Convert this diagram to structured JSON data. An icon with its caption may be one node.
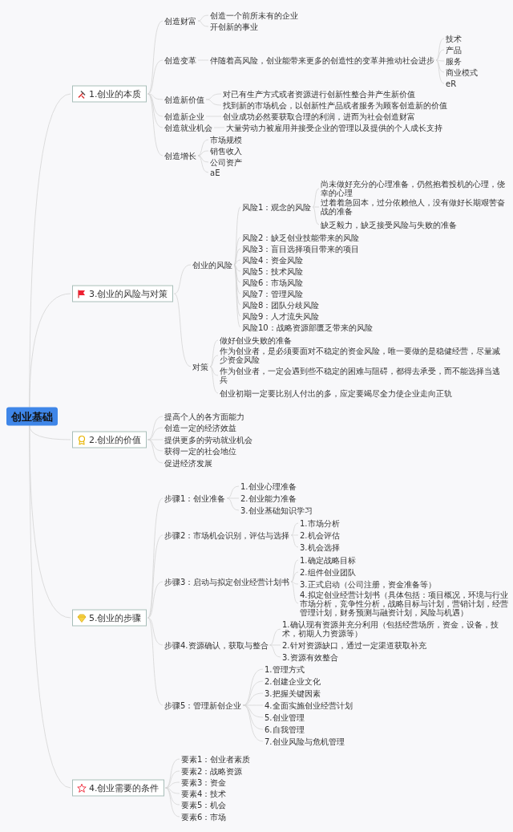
{
  "diagram": {
    "nodes": [
      {
        "text": [
          "创业基础"
        ]
      },
      {
        "text": [
          "1.创业的本质"
        ]
      },
      {
        "text": [
          "创造财富"
        ]
      },
      {
        "text": [
          "创造一个前所未有的企业"
        ]
      },
      {
        "text": [
          "开创新的事业"
        ]
      },
      {
        "text": [
          "创造变革"
        ]
      },
      {
        "text": [
          "伴随着高风险，创业能带来更多的创造性的变革并推动社会进步"
        ]
      },
      {
        "text": [
          "技术"
        ]
      },
      {
        "text": [
          "产品"
        ]
      },
      {
        "text": [
          "服务"
        ]
      },
      {
        "text": [
          "商业模式"
        ]
      },
      {
        "text": [
          "eR"
        ]
      },
      {
        "text": [
          "创造新价值"
        ]
      },
      {
        "text": [
          "对已有生产方式或者资源进行创新性整合并产生新价值"
        ]
      },
      {
        "text": [
          "找到新的市场机会，以创新性产品或者服务为顾客创造新的价值"
        ]
      },
      {
        "text": [
          "创造新企业"
        ]
      },
      {
        "text": [
          "创业成功必然要获取合理的利润，进而为社会创造财富"
        ]
      },
      {
        "text": [
          "创造就业机会"
        ]
      },
      {
        "text": [
          "大量劳动力被雇用并接受企业的管理以及提供的个人成长支持"
        ]
      },
      {
        "text": [
          "创造增长"
        ]
      },
      {
        "text": [
          "市场规模"
        ]
      },
      {
        "text": [
          "销售收入"
        ]
      },
      {
        "text": [
          "公司资产"
        ]
      },
      {
        "text": [
          "aE"
        ]
      },
      {
        "text": [
          "3.创业的风险与对策"
        ]
      },
      {
        "text": [
          "创业的风险"
        ]
      },
      {
        "text": [
          "风险1：观念的风险"
        ]
      },
      {
        "text": [
          "尚未做好充分的心理准备，仍然抱着投机的心理，侥幸的心理"
        ]
      },
      {
        "text": [
          "过着着急回本，过分依赖他人，没有做好长期艰苦奋战的准备"
        ]
      },
      {
        "text": [
          "缺乏毅力，缺乏接受风险与失败的准备"
        ]
      },
      {
        "text": [
          "风险2：缺乏创业技能带来的风险"
        ]
      },
      {
        "text": [
          "风险3：盲目选择项目带来的项目"
        ]
      },
      {
        "text": [
          "风险4：资金风险"
        ]
      },
      {
        "text": [
          "风险5：技术风险"
        ]
      },
      {
        "text": [
          "风险6：市场风险"
        ]
      },
      {
        "text": [
          "风险7：管理风险"
        ]
      },
      {
        "text": [
          "风险8：团队分歧风险"
        ]
      },
      {
        "text": [
          "风险9：人才流失风险"
        ]
      },
      {
        "text": [
          "风险10：战略资源部匮乏带来的风险"
        ]
      },
      {
        "text": [
          "对策"
        ]
      },
      {
        "text": [
          "做好创业失败的准备"
        ]
      },
      {
        "text": [
          "作为创业者，是必须要面对不稳定的资金风险，唯一要做的是稳健经营，尽量减少资金风险"
        ]
      },
      {
        "text": [
          "作为创业者，一定会遇到些不稳定的困难与阻碍，都得去承受，而不能选择当逃兵"
        ]
      },
      {
        "text": [
          "创业初期一定要比别人付出的多，应定要竭尽全力使企业走向正轨"
        ]
      },
      {
        "text": [
          "2.创业的价值"
        ]
      },
      {
        "text": [
          "提高个人的各方面能力"
        ]
      },
      {
        "text": [
          "创造一定的经济效益"
        ]
      },
      {
        "text": [
          "提供更多的劳动就业机会"
        ]
      },
      {
        "text": [
          "获得一定的社会地位"
        ]
      },
      {
        "text": [
          "促进经济发展"
        ]
      },
      {
        "text": [
          "5.创业的步骤"
        ]
      },
      {
        "text": [
          "步骤1：创业准备"
        ]
      },
      {
        "text": [
          "1.创业心理准备"
        ]
      },
      {
        "text": [
          "2.创业能力准备"
        ]
      },
      {
        "text": [
          "3.创业基础知识学习"
        ]
      },
      {
        "text": [
          "步骤2：市场机会识别，评估与选择"
        ]
      },
      {
        "text": [
          "1.市场分析"
        ]
      },
      {
        "text": [
          "2.机会评估"
        ]
      },
      {
        "text": [
          "3.机会选择"
        ]
      },
      {
        "text": [
          "步骤3：启动与拟定创业经营计划书"
        ]
      },
      {
        "text": [
          "1.确定战略目标"
        ]
      },
      {
        "text": [
          "2.组件创业团队"
        ]
      },
      {
        "text": [
          "3.正式启动（公司注册，资金准备等）"
        ]
      },
      {
        "text": [
          "4.拟定创业经营计划书（具体包括：项目概况，环境与行业市场分析，竞争性分析，战略目标与计划，营销计划，经营管理计划，财务预测与融资计划，风险与机遇）"
        ]
      },
      {
        "text": [
          "步骤4.资源确认，获取与整合"
        ]
      },
      {
        "text": [
          "1.确认现有资源并充分利用（包括经营场所，资金，设备，技术，初期人力资源等）"
        ]
      },
      {
        "text": [
          "2.针对资源缺口，通过一定渠道获取补充"
        ]
      },
      {
        "text": [
          "3.资源有效整合"
        ]
      },
      {
        "text": [
          "步骤5：管理新创企业"
        ]
      },
      {
        "text": [
          "1.管理方式"
        ]
      },
      {
        "text": [
          "2.创建企业文化"
        ]
      },
      {
        "text": [
          "3.把握关键因素"
        ]
      },
      {
        "text": [
          "4.全面实施创业经营计划"
        ]
      },
      {
        "text": [
          "5.创业管理"
        ]
      },
      {
        "text": [
          "6.自我管理"
        ]
      },
      {
        "text": [
          "7.创业风险与危机管理"
        ]
      },
      {
        "text": [
          "4.创业需要的条件"
        ]
      },
      {
        "text": [
          "要素1：创业者素质"
        ]
      },
      {
        "text": [
          "要素2：战略资源"
        ]
      },
      {
        "text": [
          "要素3：资金"
        ]
      },
      {
        "text": [
          "要素4：技术"
        ]
      },
      {
        "text": [
          "要素5：机会"
        ]
      },
      {
        "text": [
          "要素6：市场"
        ]
      }
    ],
    "edges": [
      {
        "from": 0,
        "to": 1,
        "arrow": "none"
      },
      {
        "from": 1,
        "to": 2,
        "arrow": "none"
      },
      {
        "from": 2,
        "to": 3,
        "arrow": "none"
      },
      {
        "from": 2,
        "to": 4,
        "arrow": "none"
      },
      {
        "from": 1,
        "to": 5,
        "arrow": "none"
      },
      {
        "from": 5,
        "to": 6,
        "arrow": "none"
      },
      {
        "from": 6,
        "to": 7,
        "arrow": "none"
      },
      {
        "from": 6,
        "to": 8,
        "arrow": "none"
      },
      {
        "from": 6,
        "to": 9,
        "arrow": "none"
      },
      {
        "from": 6,
        "to": 10,
        "arrow": "none"
      },
      {
        "from": 6,
        "to": 11,
        "arrow": "none"
      },
      {
        "from": 1,
        "to": 12,
        "arrow": "none"
      },
      {
        "from": 12,
        "to": 13,
        "arrow": "none"
      },
      {
        "from": 12,
        "to": 14,
        "arrow": "none"
      },
      {
        "from": 1,
        "to": 15,
        "arrow": "none"
      },
      {
        "from": 15,
        "to": 16,
        "arrow": "none"
      },
      {
        "from": 1,
        "to": 17,
        "arrow": "none"
      },
      {
        "from": 17,
        "to": 18,
        "arrow": "none"
      },
      {
        "from": 1,
        "to": 19,
        "arrow": "none"
      },
      {
        "from": 19,
        "to": 20,
        "arrow": "none"
      },
      {
        "from": 19,
        "to": 21,
        "arrow": "none"
      },
      {
        "from": 19,
        "to": 22,
        "arrow": "none"
      },
      {
        "from": 19,
        "to": 23,
        "arrow": "none"
      },
      {
        "from": 0,
        "to": 24,
        "arrow": "none"
      },
      {
        "from": 24,
        "to": 25,
        "arrow": "none"
      },
      {
        "from": 25,
        "to": 26,
        "arrow": "none"
      },
      {
        "from": 26,
        "to": 27,
        "arrow": "none"
      },
      {
        "from": 26,
        "to": 28,
        "arrow": "none"
      },
      {
        "from": 26,
        "to": 29,
        "arrow": "none"
      },
      {
        "from": 25,
        "to": 30,
        "arrow": "none"
      },
      {
        "from": 25,
        "to": 31,
        "arrow": "none"
      },
      {
        "from": 25,
        "to": 32,
        "arrow": "none"
      },
      {
        "from": 25,
        "to": 33,
        "arrow": "none"
      },
      {
        "from": 25,
        "to": 34,
        "arrow": "none"
      },
      {
        "from": 25,
        "to": 35,
        "arrow": "none"
      },
      {
        "from": 25,
        "to": 36,
        "arrow": "none"
      },
      {
        "from": 25,
        "to": 37,
        "arrow": "none"
      },
      {
        "from": 25,
        "to": 38,
        "arrow": "none"
      },
      {
        "from": 24,
        "to": 39,
        "arrow": "none"
      },
      {
        "from": 39,
        "to": 40,
        "arrow": "none"
      },
      {
        "from": 39,
        "to": 41,
        "arrow": "none"
      },
      {
        "from": 39,
        "to": 42,
        "arrow": "none"
      },
      {
        "from": 39,
        "to": 43,
        "arrow": "none"
      },
      {
        "from": 0,
        "to": 44,
        "arrow": "none"
      },
      {
        "from": 44,
        "to": 45,
        "arrow": "none"
      },
      {
        "from": 44,
        "to": 46,
        "arrow": "none"
      },
      {
        "from": 44,
        "to": 47,
        "arrow": "none"
      },
      {
        "from": 44,
        "to": 48,
        "arrow": "none"
      },
      {
        "from": 44,
        "to": 49,
        "arrow": "none"
      },
      {
        "from": 0,
        "to": 50,
        "arrow": "none"
      },
      {
        "from": 50,
        "to": 51,
        "arrow": "none"
      },
      {
        "from": 51,
        "to": 52,
        "arrow": "none"
      },
      {
        "from": 51,
        "to": 53,
        "arrow": "none"
      },
      {
        "from": 51,
        "to": 54,
        "arrow": "none"
      },
      {
        "from": 50,
        "to": 55,
        "arrow": "none"
      },
      {
        "from": 55,
        "to": 56,
        "arrow": "none"
      },
      {
        "from": 55,
        "to": 57,
        "arrow": "none"
      },
      {
        "from": 55,
        "to": 58,
        "arrow": "none"
      },
      {
        "from": 50,
        "to": 59,
        "arrow": "none"
      },
      {
        "from": 59,
        "to": 60,
        "arrow": "none"
      },
      {
        "from": 59,
        "to": 61,
        "arrow": "none"
      },
      {
        "from": 59,
        "to": 62,
        "arrow": "none"
      },
      {
        "from": 59,
        "to": 63,
        "arrow": "none"
      },
      {
        "from": 50,
        "to": 64,
        "arrow": "none"
      },
      {
        "from": 64,
        "to": 65,
        "arrow": "none"
      },
      {
        "from": 64,
        "to": 66,
        "arrow": "none"
      },
      {
        "from": 64,
        "to": 67,
        "arrow": "none"
      },
      {
        "from": 50,
        "to": 68,
        "arrow": "none"
      },
      {
        "from": 68,
        "to": 69,
        "arrow": "none"
      },
      {
        "from": 68,
        "to": 70,
        "arrow": "none"
      },
      {
        "from": 68,
        "to": 71,
        "arrow": "none"
      },
      {
        "from": 68,
        "to": 72,
        "arrow": "none"
      },
      {
        "from": 68,
        "to": 73,
        "arrow": "none"
      },
      {
        "from": 68,
        "to": 74,
        "arrow": "none"
      },
      {
        "from": 68,
        "to": 75,
        "arrow": "none"
      },
      {
        "from": 0,
        "to": 76,
        "arrow": "none"
      },
      {
        "from": 76,
        "to": 77,
        "arrow": "none"
      },
      {
        "from": 76,
        "to": 78,
        "arrow": "none"
      },
      {
        "from": 76,
        "to": 79,
        "arrow": "none"
      },
      {
        "from": 76,
        "to": 80,
        "arrow": "none"
      },
      {
        "from": 76,
        "to": 81,
        "arrow": "none"
      },
      {
        "from": 76,
        "to": 82,
        "arrow": "none"
      }
    ]
  }
}
